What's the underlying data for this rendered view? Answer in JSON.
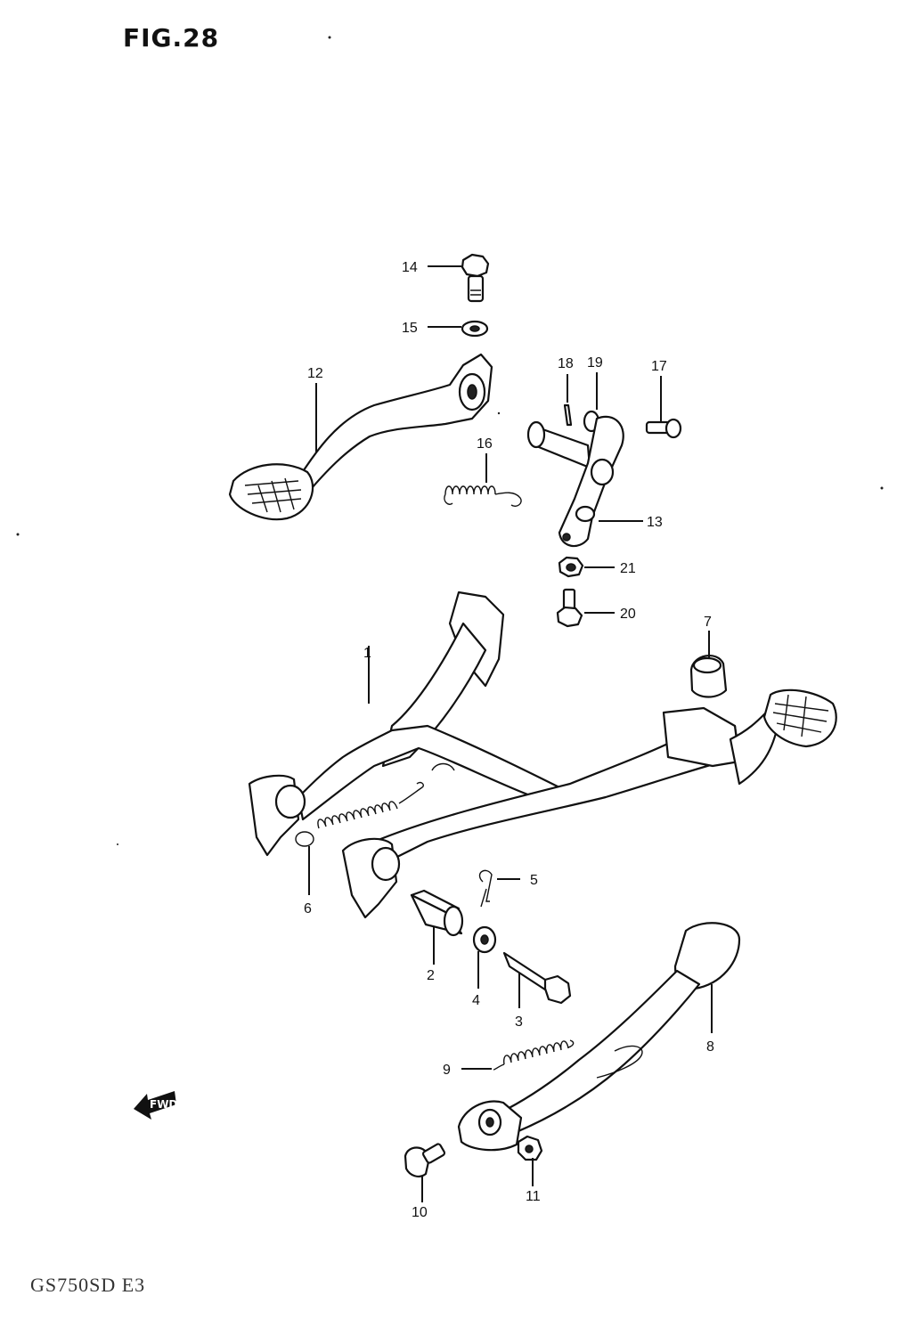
{
  "figure": {
    "title": "FIG.28",
    "model_code": "GS750SD E3",
    "forward_arrow": "FWD"
  },
  "labels": {
    "p1": "1",
    "p2": "2",
    "p3": "3",
    "p4": "4",
    "p5": "5",
    "p6": "6",
    "p7": "7",
    "p8": "8",
    "p9": "9",
    "p10": "10",
    "p11": "11",
    "p12": "12",
    "p13": "13",
    "p14": "14",
    "p15": "15",
    "p16": "16",
    "p17": "17",
    "p18": "18",
    "p19": "19",
    "p20": "20",
    "p21": "21"
  }
}
